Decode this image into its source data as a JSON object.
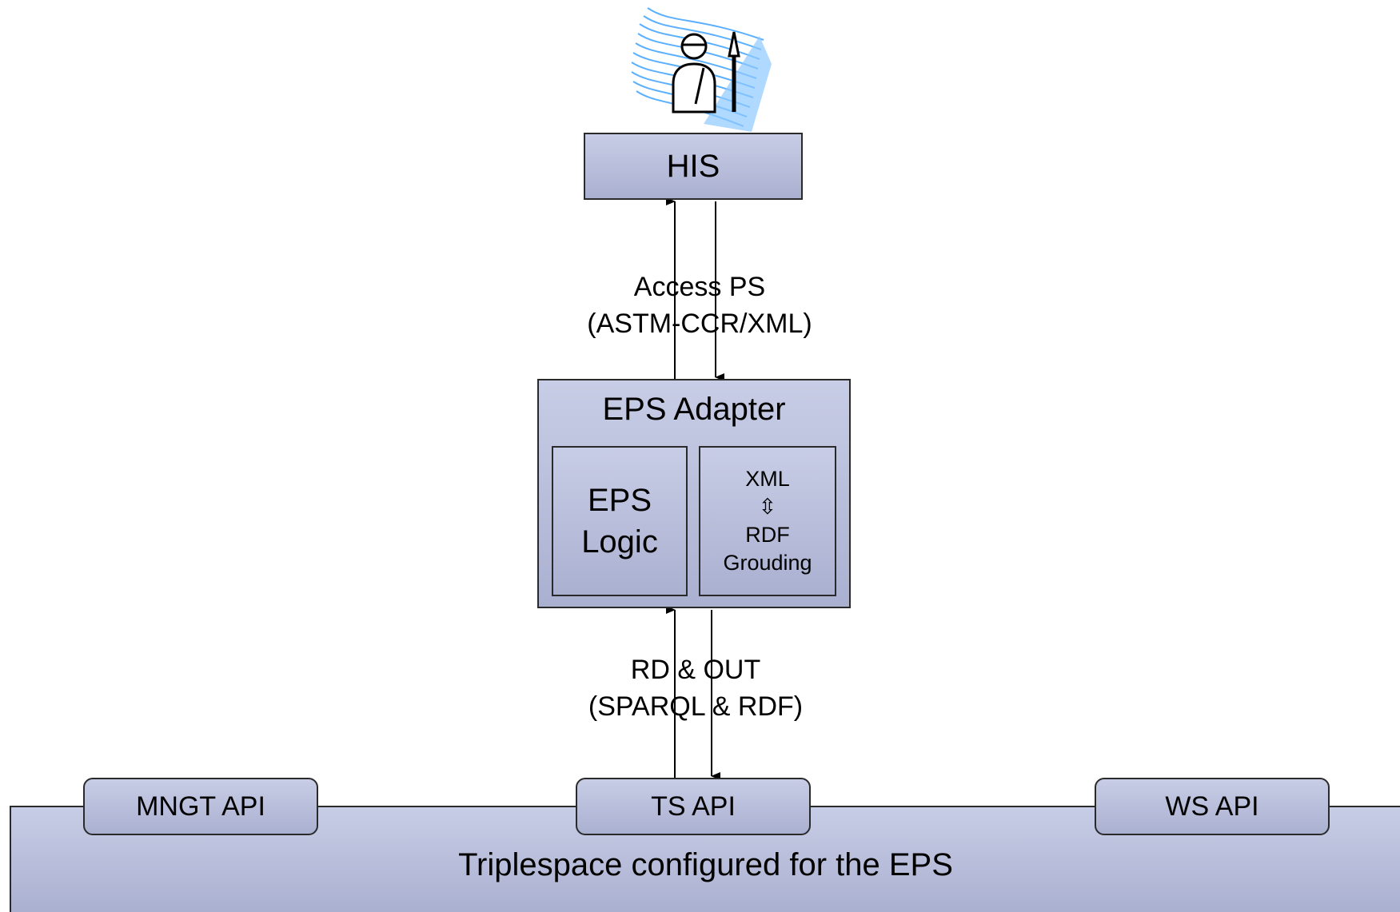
{
  "his": {
    "label": "HIS"
  },
  "adapter": {
    "title": "EPS Adapter",
    "logic": {
      "line1": "EPS",
      "line2": "Logic"
    },
    "grounding": {
      "line1": "XML",
      "symbol": "⇳",
      "line2": "RDF",
      "line3": "Grouding"
    }
  },
  "links": {
    "upper": {
      "line1": "Access PS",
      "line2": "(ASTM-CCR/XML)"
    },
    "lower": {
      "line1": "RD & OUT",
      "line2": "(SPARQL & RDF)"
    }
  },
  "triplespace": {
    "title": "Triplespace configured for the EPS",
    "apis": [
      "MNGT API",
      "TS API",
      "WS API"
    ]
  },
  "icons": {
    "user": "physician-icon"
  },
  "colors": {
    "box_top": "#c8cde6",
    "box_bottom": "#aab0d0",
    "icon_accent": "#3aa0ff"
  }
}
